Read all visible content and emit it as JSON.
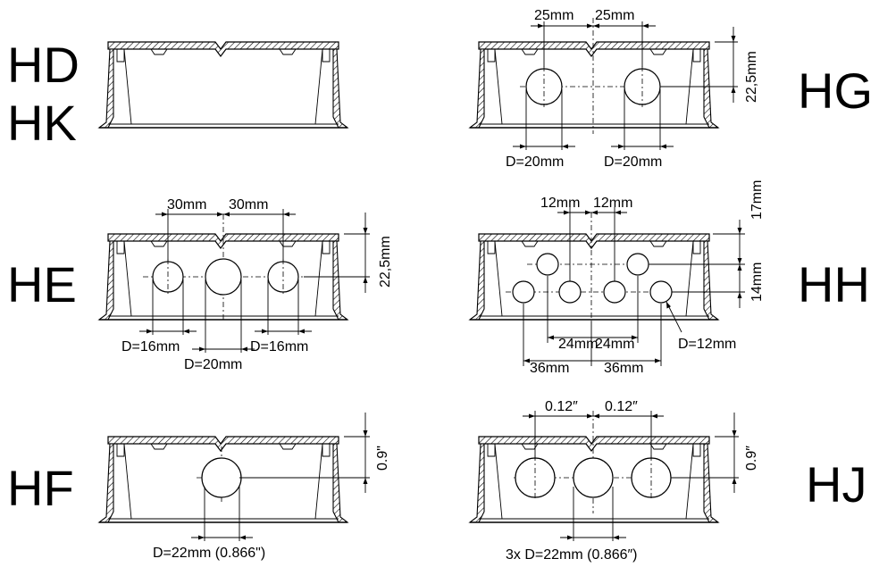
{
  "panels": {
    "hd_hk": {
      "labels": [
        "HD",
        "HK"
      ]
    },
    "hg": {
      "label": "HG",
      "spacing": [
        "25mm",
        "25mm"
      ],
      "height": "22,5mm",
      "holes": [
        "D=20mm",
        "D=20mm"
      ]
    },
    "he": {
      "label": "HE",
      "spacing": [
        "30mm",
        "30mm"
      ],
      "height": "22,5mm",
      "holes": [
        "D=16mm",
        "D=16mm",
        "D=20mm"
      ]
    },
    "hh": {
      "label": "HH",
      "spacing_top": [
        "12mm",
        "12mm"
      ],
      "heights": [
        "17mm",
        "14mm"
      ],
      "spacing_lower_1": [
        "24mm",
        "24mm"
      ],
      "spacing_lower_2": [
        "36mm",
        "36mm"
      ],
      "hole": "D=12mm"
    },
    "hf": {
      "label": "HF",
      "height": "0.9\"",
      "hole": "D=22mm (0.866\")"
    },
    "hj": {
      "label": "HJ",
      "spacing": [
        "0.12″",
        "0.12″"
      ],
      "height": "0.9″",
      "holes": "3x D=22mm (0.866″)"
    }
  }
}
